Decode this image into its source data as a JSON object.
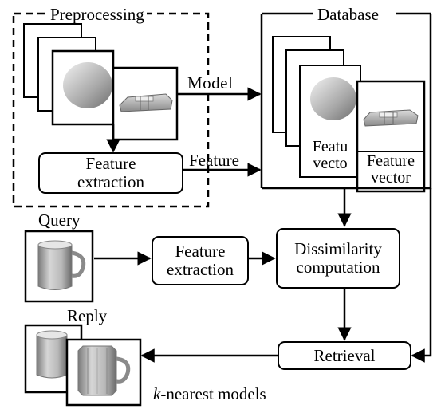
{
  "preprocessing": {
    "title": "Preprocessing",
    "model_arrow_label": "Model",
    "feature_arrow_label": "Feature",
    "feature_extraction": [
      "Feature",
      "extraction"
    ]
  },
  "database": {
    "title": "Database",
    "back_vector_label": [
      "Featu",
      "vecto"
    ],
    "front_vector_label": [
      "Feature",
      "vector"
    ]
  },
  "query": {
    "label": "Query",
    "feature_extraction": [
      "Feature",
      "extraction"
    ],
    "dissimilarity": [
      "Dissimilarity",
      "computation"
    ]
  },
  "reply": {
    "label": "Reply",
    "retrieval": "Retrieval",
    "caption_italic": "k",
    "caption_rest": "-nearest models"
  }
}
